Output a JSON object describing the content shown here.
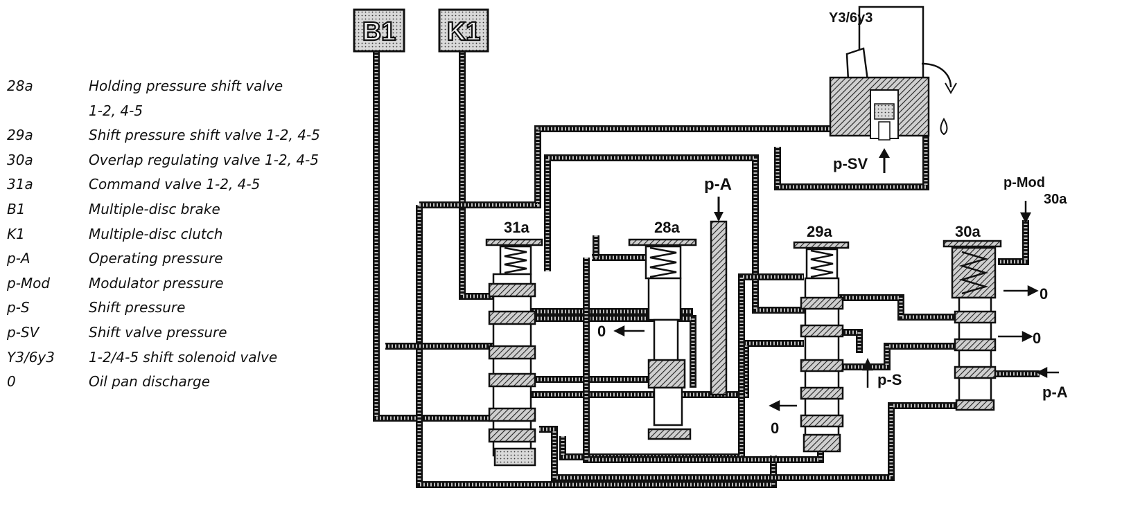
{
  "legend": [
    {
      "code": "28a",
      "text": "Holding pressure shift valve"
    },
    {
      "code": "",
      "text": "1-2, 4-5"
    },
    {
      "code": "29a",
      "text": "Shift pressure shift valve 1-2, 4-5"
    },
    {
      "code": "30a",
      "text": "Overlap regulating valve 1-2, 4-5"
    },
    {
      "code": "31a",
      "text": "Command valve 1-2, 4-5"
    },
    {
      "code": "B1",
      "text": "Multiple-disc brake"
    },
    {
      "code": "K1",
      "text": "Multiple-disc clutch"
    },
    {
      "code": "p-A",
      "text": "Operating pressure"
    },
    {
      "code": "p-Mod",
      "text": "Modulator pressure"
    },
    {
      "code": "p-S",
      "text": "Shift pressure"
    },
    {
      "code": "p-SV",
      "text": "Shift valve pressure"
    },
    {
      "code": "Y3/6y3",
      "text": "1-2/4-5 shift solenoid valve"
    },
    {
      "code": "0",
      "text": "Oil pan discharge"
    }
  ],
  "diagram": {
    "box_b1": "B1",
    "box_k1": "K1",
    "solenoid_label": "Y3/6y3",
    "psv_label": "p-SV",
    "pa_top_label": "p-A",
    "pmod_label": "p-Mod",
    "valve_30a_top_label": "30a",
    "valve_31a_label": "31a",
    "valve_28a_label": "28a",
    "valve_29a_label": "29a",
    "valve_30a_label": "30a",
    "ps_label": "p-S",
    "pa_right_label": "p-A",
    "discharge_28a": "0",
    "discharge_29a": "0",
    "discharge_30a_upper": "0",
    "discharge_30a_lower": "0"
  },
  "colors": {
    "line": "#111111",
    "channel_fill": "#9a9a9a",
    "box_fill": "#cfcfcf"
  }
}
